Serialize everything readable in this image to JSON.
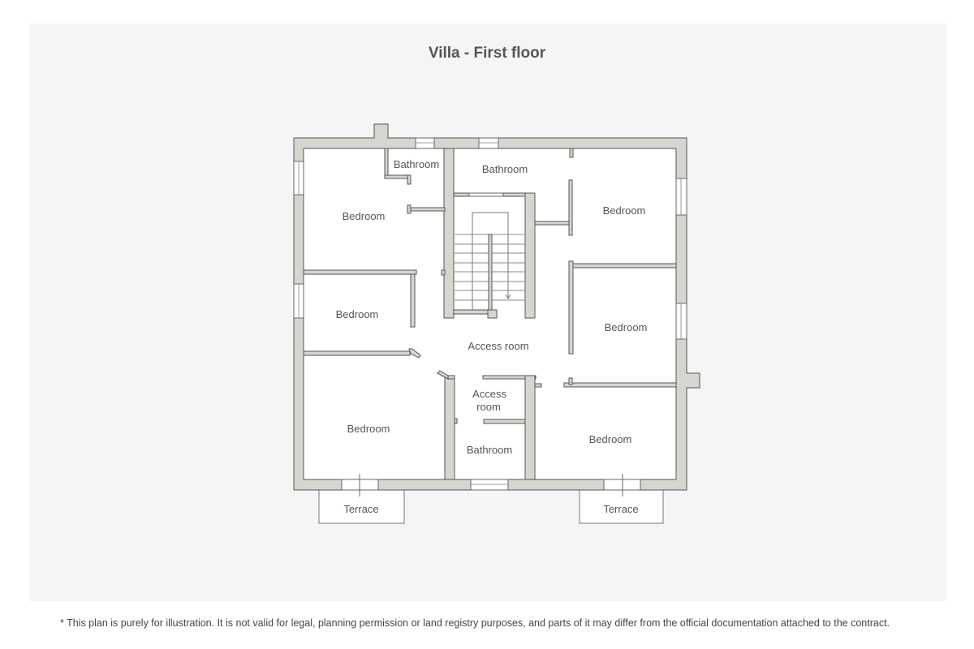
{
  "title": "Villa - First floor",
  "rooms": {
    "bedroom_top_left": "Bedroom",
    "bathroom_top_left": "Bathroom",
    "bathroom_top_center": "Bathroom",
    "bedroom_top_right": "Bedroom",
    "bedroom_mid_left": "Bedroom",
    "access_room": "Access room",
    "bedroom_mid_right": "Bedroom",
    "bedroom_bottom_left": "Bedroom",
    "access_room_small_line1": "Access",
    "access_room_small_line2": "room",
    "bathroom_bottom": "Bathroom",
    "bedroom_bottom_right": "Bedroom",
    "terrace_left": "Terrace",
    "terrace_right": "Terrace"
  },
  "disclaimer": "* This plan is purely for illustration. It is not valid for legal, planning permission or land registry purposes, and parts of it may differ from the official documentation attached to the contract."
}
